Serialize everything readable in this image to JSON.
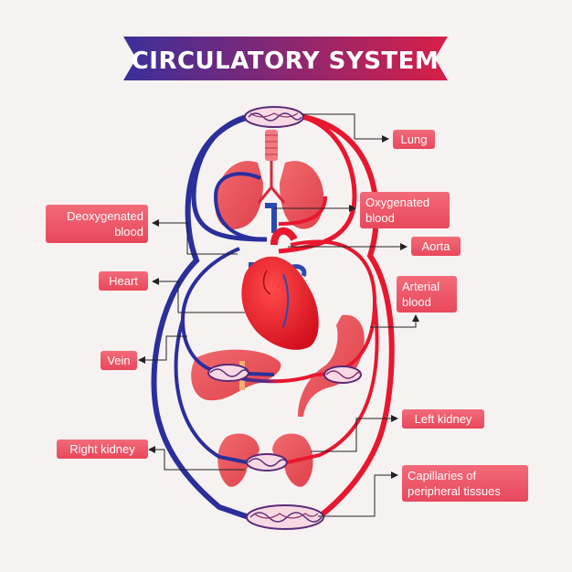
{
  "title": "CIRCULATORY SYSTEM",
  "labels": {
    "lung": "Lung",
    "oxygenated_blood": [
      "Oxygenated",
      "blood"
    ],
    "deoxygenated_blood": [
      "Deoxygenated",
      "blood"
    ],
    "aorta": "Aorta",
    "heart": "Heart",
    "arterial_blood": [
      "Arterial",
      "blood"
    ],
    "vein": "Vein",
    "left_kidney": "Left kidney",
    "right_kidney": "Right kidney",
    "capillaries": [
      "Capillaries of",
      "peripheral tissues"
    ]
  },
  "colors": {
    "background": "#f7f2f2",
    "title_banner_start": "#3b2f9a",
    "title_banner_end": "#d81f48",
    "label_box": "#ef5165",
    "label_text": "#ffffff",
    "vein": "#2a2f9c",
    "artery": "#e8172e",
    "organ": "#ef5a5e",
    "organ_dark": "#d83447",
    "capillary": "#5a2a78"
  },
  "icons": [
    "lungs-icon",
    "heart-icon",
    "liver-icon",
    "stomach-icon",
    "kidneys-icon",
    "capillary-network-icon"
  ]
}
